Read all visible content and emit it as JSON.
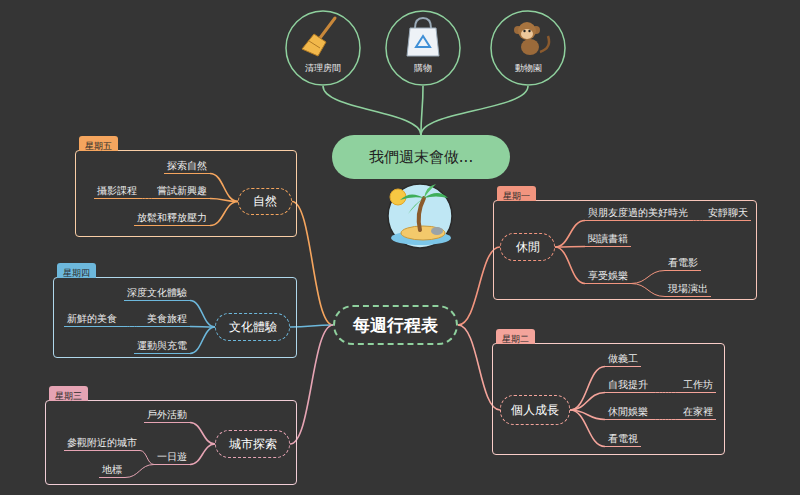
{
  "diagram": {
    "nodes": [
      {
        "text": [
          "清理房間"
        ]
      },
      {
        "text": [
          "購物"
        ]
      },
      {
        "text": [
          "動物園"
        ]
      },
      {
        "text": [
          "我們週末會做..."
        ]
      },
      {
        "text": [
          "每週行程表"
        ]
      },
      {
        "text": [
          "星期五"
        ]
      },
      {
        "text": [
          "自然"
        ],
        "in": 5
      },
      {
        "text": [
          "探索自然"
        ],
        "in": 5
      },
      {
        "text": [
          "嘗試新興趣"
        ],
        "in": 5
      },
      {
        "text": [
          "攝影課程"
        ],
        "in": 5
      },
      {
        "text": [
          "放鬆和釋放壓力"
        ],
        "in": 5
      },
      {
        "text": [
          "星期一"
        ]
      },
      {
        "text": [
          "休閒"
        ],
        "in": 11
      },
      {
        "text": [
          "與朋友度過的美好時光"
        ],
        "in": 11
      },
      {
        "text": [
          "安靜聊天"
        ],
        "in": 11
      },
      {
        "text": [
          "閱讀書籍"
        ],
        "in": 11
      },
      {
        "text": [
          "享受娛樂"
        ],
        "in": 11
      },
      {
        "text": [
          "看電影"
        ],
        "in": 11
      },
      {
        "text": [
          "現場演出"
        ],
        "in": 11
      },
      {
        "text": [
          "星期四"
        ]
      },
      {
        "text": [
          "文化體驗"
        ],
        "in": 19
      },
      {
        "text": [
          "深度文化體驗"
        ],
        "in": 19
      },
      {
        "text": [
          "美食旅程"
        ],
        "in": 19
      },
      {
        "text": [
          "新鮮的美食"
        ],
        "in": 19
      },
      {
        "text": [
          "運動與充電"
        ],
        "in": 19
      },
      {
        "text": [
          "星期二"
        ]
      },
      {
        "text": [
          "個人成長"
        ],
        "in": 25
      },
      {
        "text": [
          "做義工"
        ],
        "in": 25
      },
      {
        "text": [
          "自我提升"
        ],
        "in": 25
      },
      {
        "text": [
          "工作坊"
        ],
        "in": 25
      },
      {
        "text": [
          "休閒娛樂"
        ],
        "in": 25
      },
      {
        "text": [
          "在家裡"
        ],
        "in": 25
      },
      {
        "text": [
          "看電視"
        ],
        "in": 25
      },
      {
        "text": [
          "星期三"
        ]
      },
      {
        "text": [
          "城市探索"
        ],
        "in": 33
      },
      {
        "text": [
          "戶外活動"
        ],
        "in": 33
      },
      {
        "text": [
          "一日遊"
        ],
        "in": 33
      },
      {
        "text": [
          "參觀附近的城市"
        ],
        "in": 33
      },
      {
        "text": [
          "地標"
        ],
        "in": 33
      }
    ],
    "edges": [
      {
        "from": 0,
        "to": 3,
        "arrow": "none"
      },
      {
        "from": 1,
        "to": 3,
        "arrow": "none"
      },
      {
        "from": 2,
        "to": 3,
        "arrow": "none"
      },
      {
        "from": 4,
        "to": 6,
        "arrow": "none"
      },
      {
        "from": 4,
        "to": 12,
        "arrow": "none"
      },
      {
        "from": 4,
        "to": 20,
        "arrow": "none"
      },
      {
        "from": 4,
        "to": 26,
        "arrow": "none"
      },
      {
        "from": 4,
        "to": 34,
        "arrow": "none"
      },
      {
        "from": 6,
        "to": 7,
        "arrow": "none"
      },
      {
        "from": 6,
        "to": 8,
        "arrow": "none"
      },
      {
        "from": 8,
        "to": 9,
        "arrow": "none"
      },
      {
        "from": 6,
        "to": 10,
        "arrow": "none"
      },
      {
        "from": 12,
        "to": 13,
        "arrow": "none"
      },
      {
        "from": 13,
        "to": 14,
        "arrow": "none"
      },
      {
        "from": 12,
        "to": 15,
        "arrow": "none"
      },
      {
        "from": 12,
        "to": 16,
        "arrow": "none"
      },
      {
        "from": 16,
        "to": 17,
        "arrow": "none"
      },
      {
        "from": 16,
        "to": 18,
        "arrow": "none"
      },
      {
        "from": 20,
        "to": 21,
        "arrow": "none"
      },
      {
        "from": 20,
        "to": 22,
        "arrow": "none"
      },
      {
        "from": 22,
        "to": 23,
        "arrow": "none"
      },
      {
        "from": 20,
        "to": 24,
        "arrow": "none"
      },
      {
        "from": 26,
        "to": 27,
        "arrow": "none"
      },
      {
        "from": 26,
        "to": 28,
        "arrow": "none"
      },
      {
        "from": 28,
        "to": 29,
        "arrow": "none"
      },
      {
        "from": 26,
        "to": 30,
        "arrow": "none"
      },
      {
        "from": 30,
        "to": 31,
        "arrow": "none"
      },
      {
        "from": 26,
        "to": 32,
        "arrow": "none"
      },
      {
        "from": 34,
        "to": 35,
        "arrow": "none"
      },
      {
        "from": 34,
        "to": 36,
        "arrow": "none"
      },
      {
        "from": 36,
        "to": 37,
        "arrow": "none"
      },
      {
        "from": 36,
        "to": 38,
        "arrow": "none"
      }
    ]
  }
}
